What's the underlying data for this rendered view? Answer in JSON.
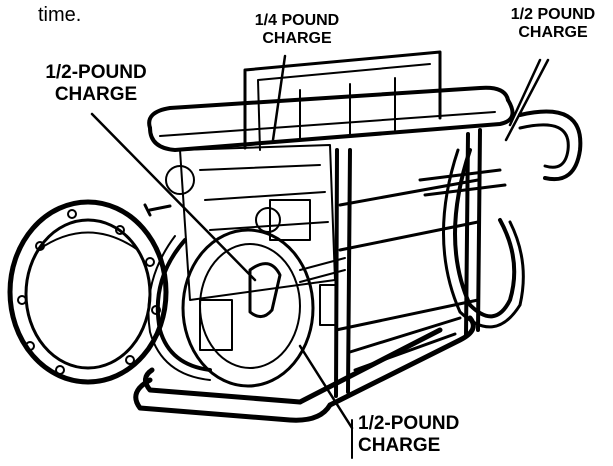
{
  "lead_text": "time.",
  "callouts": {
    "quarter_pound": {
      "line1": "1/4 POUND",
      "line2": "CHARGE"
    },
    "half_pound_top_right": {
      "line1": "1/2 POUND",
      "line2": "CHARGE"
    },
    "half_pound_left": {
      "line1": "1/2-POUND",
      "line2": "CHARGE"
    },
    "half_pound_bottom": {
      "line1": "1/2-POUND",
      "line2": "CHARGE"
    }
  }
}
